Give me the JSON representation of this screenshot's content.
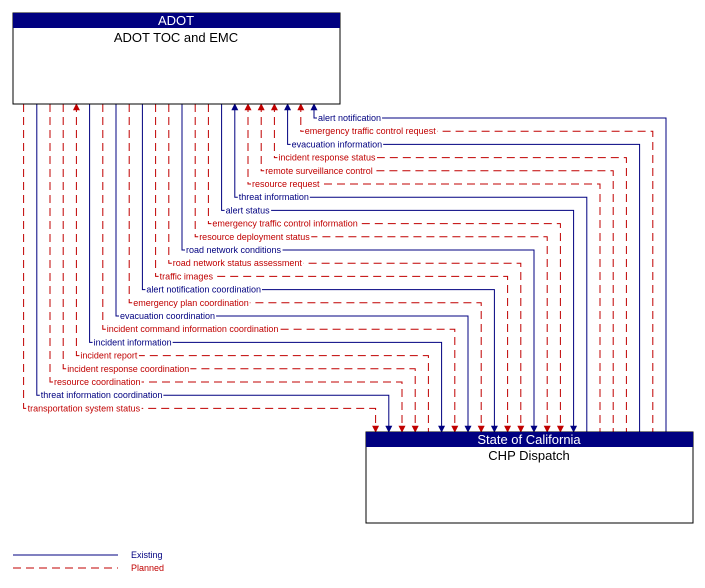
{
  "colors": {
    "existing": "#000080",
    "planned": "#c00000",
    "box_header": "#000080"
  },
  "entities": {
    "top": {
      "owner": "ADOT",
      "name": "ADOT TOC and EMC"
    },
    "bottom": {
      "owner": "State of California",
      "name": "CHP Dispatch"
    }
  },
  "flows": [
    {
      "label": "alert notification",
      "status": "existing",
      "direction": "up"
    },
    {
      "label": "emergency traffic control request",
      "status": "planned",
      "direction": "up"
    },
    {
      "label": "evacuation information",
      "status": "existing",
      "direction": "up"
    },
    {
      "label": "incident response status",
      "status": "planned",
      "direction": "up"
    },
    {
      "label": "remote surveillance control",
      "status": "planned",
      "direction": "up"
    },
    {
      "label": "resource request",
      "status": "planned",
      "direction": "up"
    },
    {
      "label": "threat information",
      "status": "existing",
      "direction": "up"
    },
    {
      "label": "alert status",
      "status": "existing",
      "direction": "down"
    },
    {
      "label": "emergency traffic control information",
      "status": "planned",
      "direction": "down"
    },
    {
      "label": "resource deployment status",
      "status": "planned",
      "direction": "down"
    },
    {
      "label": "road network conditions",
      "status": "existing",
      "direction": "down"
    },
    {
      "label": "road network status assessment",
      "status": "planned",
      "direction": "down"
    },
    {
      "label": "traffic images",
      "status": "planned",
      "direction": "down"
    },
    {
      "label": "alert notification coordination",
      "status": "existing",
      "direction": "down"
    },
    {
      "label": "emergency plan coordination",
      "status": "planned",
      "direction": "down"
    },
    {
      "label": "evacuation coordination",
      "status": "existing",
      "direction": "down"
    },
    {
      "label": "incident command information coordination",
      "status": "planned",
      "direction": "down"
    },
    {
      "label": "incident information",
      "status": "existing",
      "direction": "down"
    },
    {
      "label": "incident report",
      "status": "planned",
      "direction": "up"
    },
    {
      "label": "incident response coordination",
      "status": "planned",
      "direction": "down"
    },
    {
      "label": "resource coordination",
      "status": "planned",
      "direction": "down"
    },
    {
      "label": "threat information coordination",
      "status": "existing",
      "direction": "down"
    },
    {
      "label": "transportation system status",
      "status": "planned",
      "direction": "down"
    }
  ],
  "legend": {
    "existing_label": "Existing",
    "planned_label": "Planned"
  }
}
